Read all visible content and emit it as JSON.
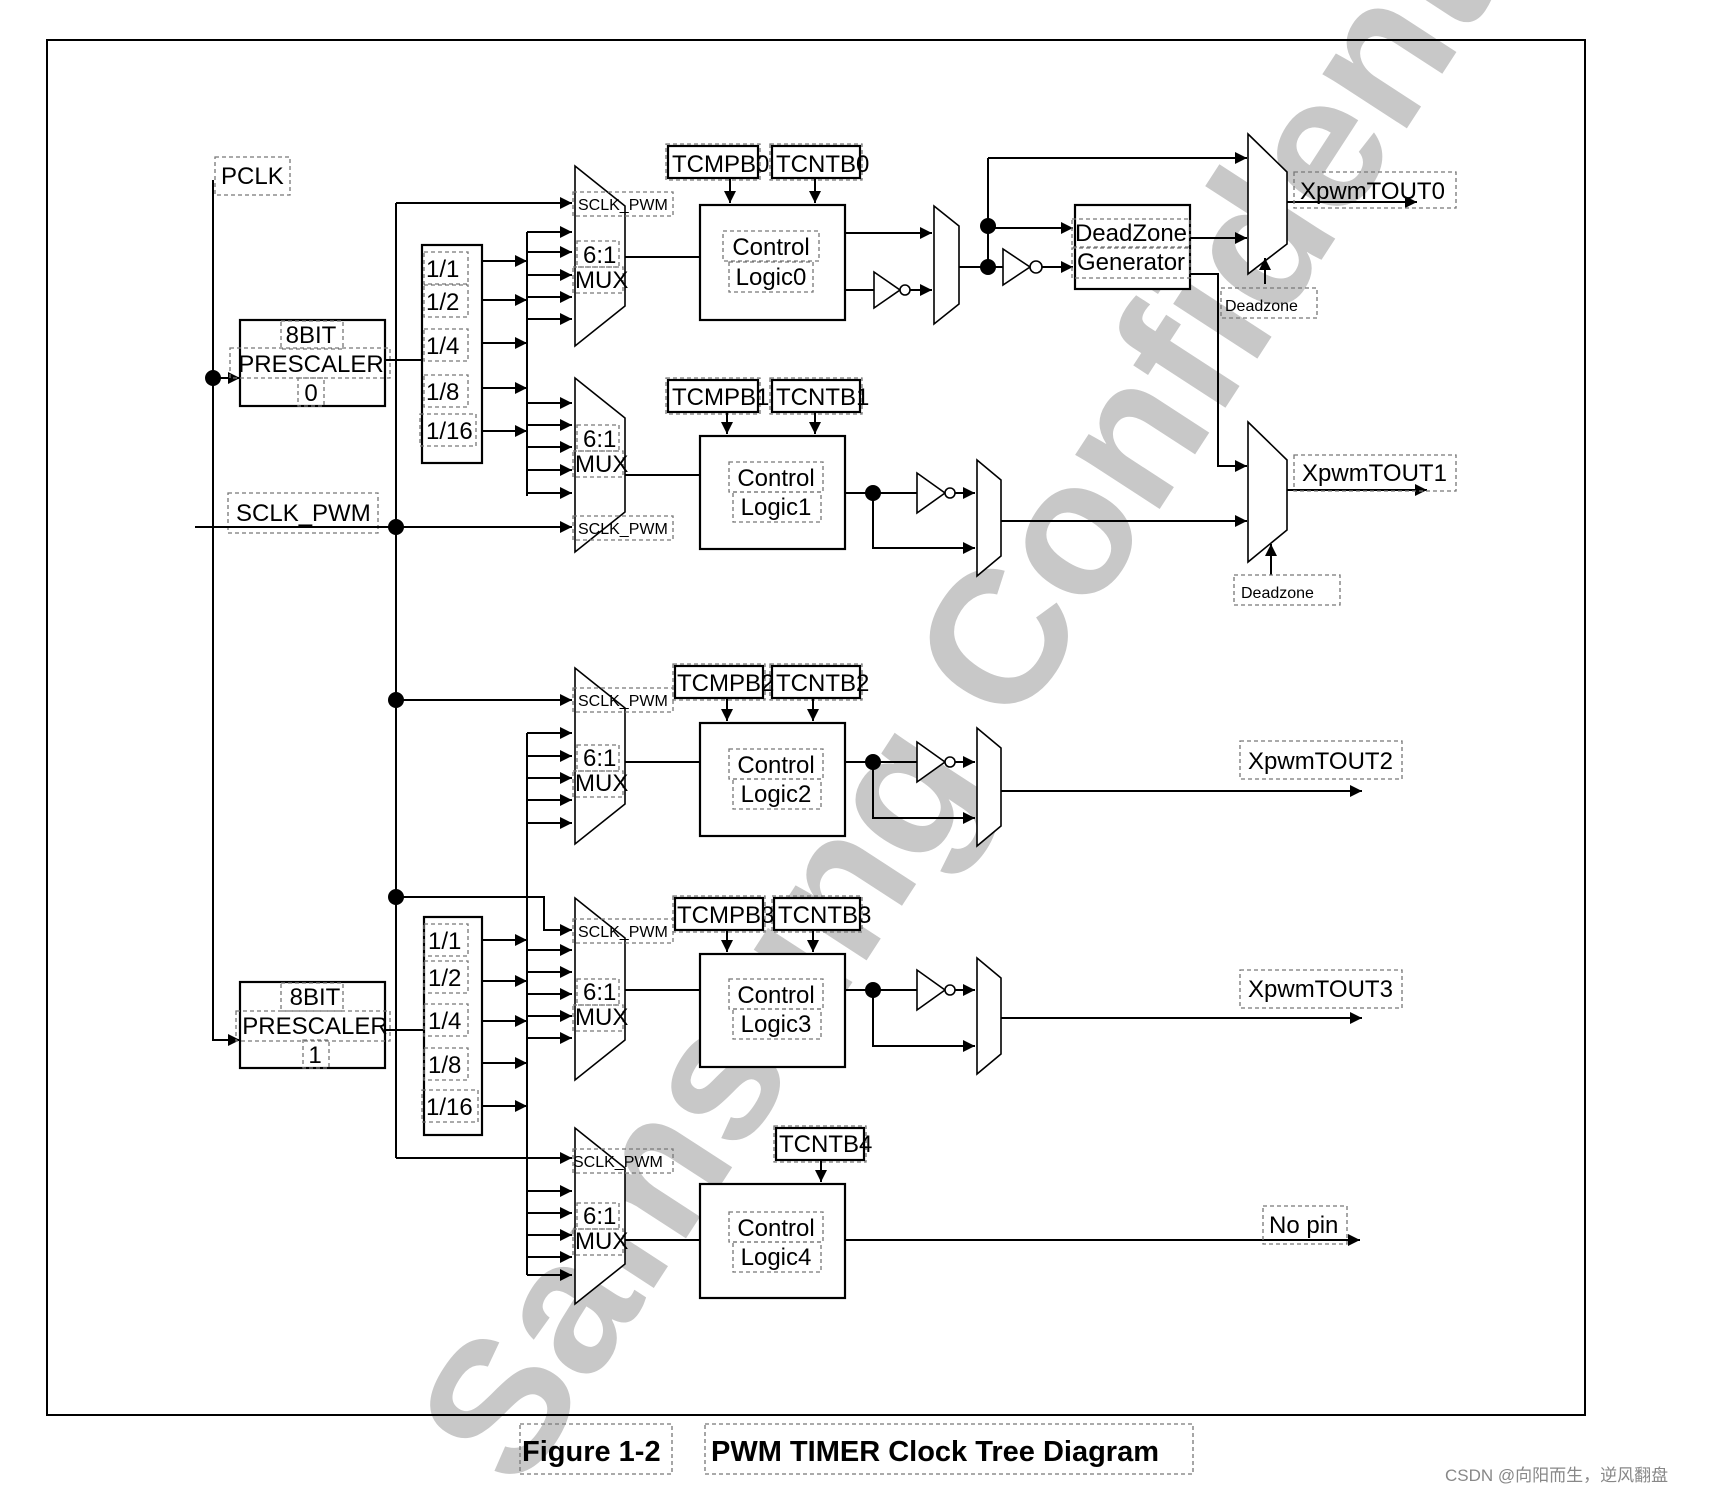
{
  "watermark": "Samsung Confidential",
  "caption": {
    "figure": "Figure 1-2",
    "title": "PWM TIMER Clock Tree Diagram"
  },
  "footer": "CSDN @向阳而生，逆风翻盘",
  "inputs": {
    "pclk": "PCLK",
    "sclk_pwm": "SCLK_PWM"
  },
  "prescalers": [
    {
      "line1": "8BIT",
      "line2": "PRESCALER",
      "line3": "0"
    },
    {
      "line1": "8BIT",
      "line2": "PRESCALER",
      "line3": "1"
    }
  ],
  "dividers": [
    "1/1",
    "1/2",
    "1/4",
    "1/8",
    "1/16"
  ],
  "mux": {
    "label_top": "6:1",
    "label_bottom": "MUX",
    "sclk": "SCLK_PWM"
  },
  "registers": {
    "tcmpb": [
      "TCMPB0",
      "TCMPB1",
      "TCMPB2",
      "TCMPB3"
    ],
    "tcntb": [
      "TCNTB0",
      "TCNTB1",
      "TCNTB2",
      "TCNTB3",
      "TCNTB4"
    ]
  },
  "control_logic": [
    {
      "line1": "Control",
      "line2": "Logic0"
    },
    {
      "line1": "Control",
      "line2": "Logic1"
    },
    {
      "line1": "Control",
      "line2": "Logic2"
    },
    {
      "line1": "Control",
      "line2": "Logic3"
    },
    {
      "line1": "Control",
      "line2": "Logic4"
    }
  ],
  "deadzone_generator": {
    "line1": "DeadZone",
    "line2": "Generator"
  },
  "deadzone_labels": [
    "Deadzone",
    "Deadzone"
  ],
  "outputs": [
    "XpwmTOUT0",
    "XpwmTOUT1",
    "XpwmTOUT2",
    "XpwmTOUT3",
    "No pin"
  ]
}
